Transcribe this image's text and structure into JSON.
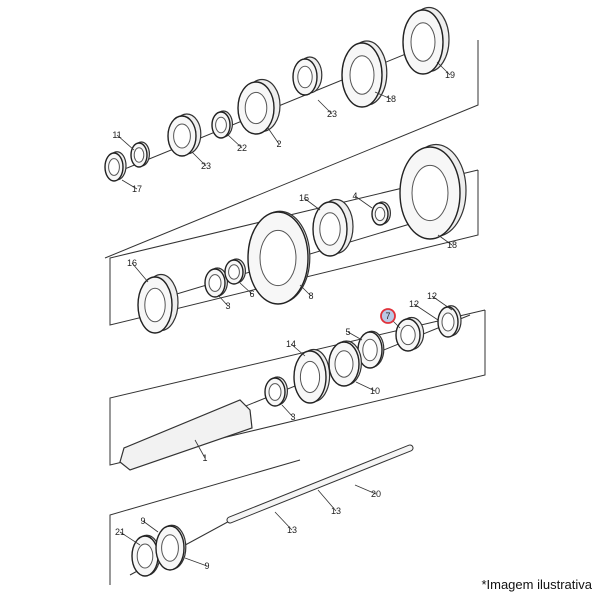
{
  "diagram": {
    "callouts": [
      "19",
      "18",
      "23",
      "2",
      "22",
      "23",
      "11",
      "17",
      "15",
      "4",
      "16",
      "3",
      "6",
      "8",
      "18",
      "7",
      "12",
      "12",
      "5",
      "14",
      "10",
      "3",
      "1",
      "20",
      "13",
      "13",
      "21",
      "9",
      "9"
    ],
    "highlighted_callout": "7",
    "highlight_color": "#e0313a",
    "highlight_fill": "#b9c9e6"
  },
  "footer": {
    "note": "*Imagem ilustrativa"
  }
}
